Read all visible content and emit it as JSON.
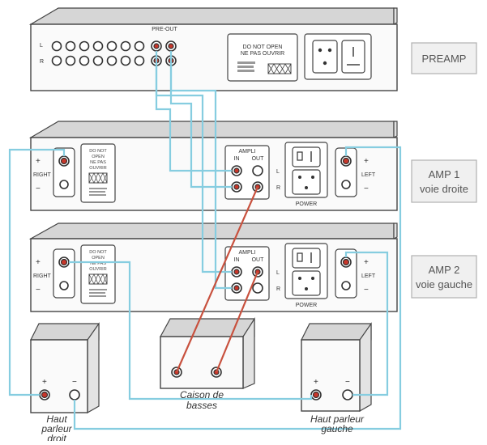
{
  "preamp": {
    "pre_out": "PRE-OUT",
    "ch_left": "L",
    "ch_right": "R",
    "warning_en": "DO NOT OPEN",
    "warning_fr": "NE PAS OUVRIR"
  },
  "amps": [
    {
      "warning_lines": [
        "DO NOT",
        "OPEN",
        "NE PAS",
        "OUVRIR"
      ],
      "right_label": "RIGHT",
      "left_label": "LEFT",
      "ampli_label": "AMPLI",
      "in_label": "IN",
      "out_label": "OUT",
      "ch_left": "L",
      "ch_right": "R",
      "power_label": "POWER",
      "plus": "+",
      "minus": "−"
    },
    {
      "warning_lines": [
        "DO NOT",
        "OPEN",
        "NE PAS",
        "OUVRIR"
      ],
      "right_label": "RIGHT",
      "left_label": "LEFT",
      "ampli_label": "AMPLI",
      "in_label": "IN",
      "out_label": "OUT",
      "ch_left": "L",
      "ch_right": "R",
      "power_label": "POWER",
      "plus": "+",
      "minus": "−"
    }
  ],
  "side_labels": {
    "preamp": [
      "PREAMP"
    ],
    "amp1": [
      "AMP 1",
      "voie droite"
    ],
    "amp2": [
      "AMP 2",
      "voie gauche"
    ]
  },
  "speakers": {
    "right_caption": [
      "Haut",
      "parleur",
      "droit"
    ],
    "sub_caption": [
      "Caison de",
      "basses"
    ],
    "left_caption": [
      "Haut parleur",
      "gauche"
    ],
    "plus": "+",
    "minus": "−"
  },
  "colors": {
    "speaker_cable": "#86cde0",
    "signal_cable": "#c8513e",
    "red_terminal": "#c8362a"
  }
}
